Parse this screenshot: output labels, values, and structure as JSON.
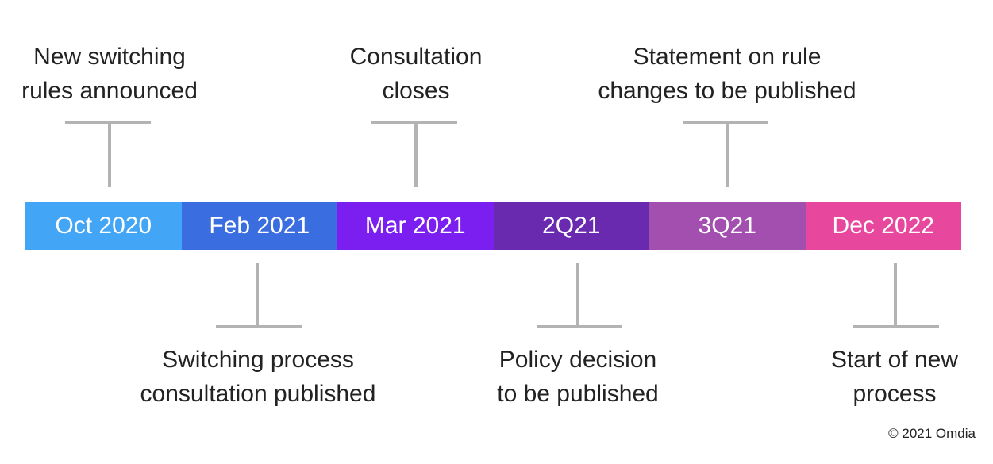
{
  "timeline": {
    "segments": [
      {
        "label": "Oct 2020",
        "color": "#42a5f5"
      },
      {
        "label": "Feb 2021",
        "color": "#3a6de0"
      },
      {
        "label": "Mar 2021",
        "color": "#7b1ff0"
      },
      {
        "label": "2Q21",
        "color": "#6a2ab0"
      },
      {
        "label": "3Q21",
        "color": "#a24fb0"
      },
      {
        "label": "Dec 2022",
        "color": "#e8479e"
      }
    ]
  },
  "events_above": [
    {
      "line1": "New switching",
      "line2": "rules announced"
    },
    {
      "line1": "Consultation",
      "line2": "closes"
    },
    {
      "line1": "Statement on rule",
      "line2": "changes to be published"
    }
  ],
  "events_below": [
    {
      "line1": "Switching process",
      "line2": "consultation published"
    },
    {
      "line1": "Policy decision",
      "line2": "to be published"
    },
    {
      "line1": "Start of new",
      "line2": "process"
    }
  ],
  "credit": "© 2021 Omdia"
}
